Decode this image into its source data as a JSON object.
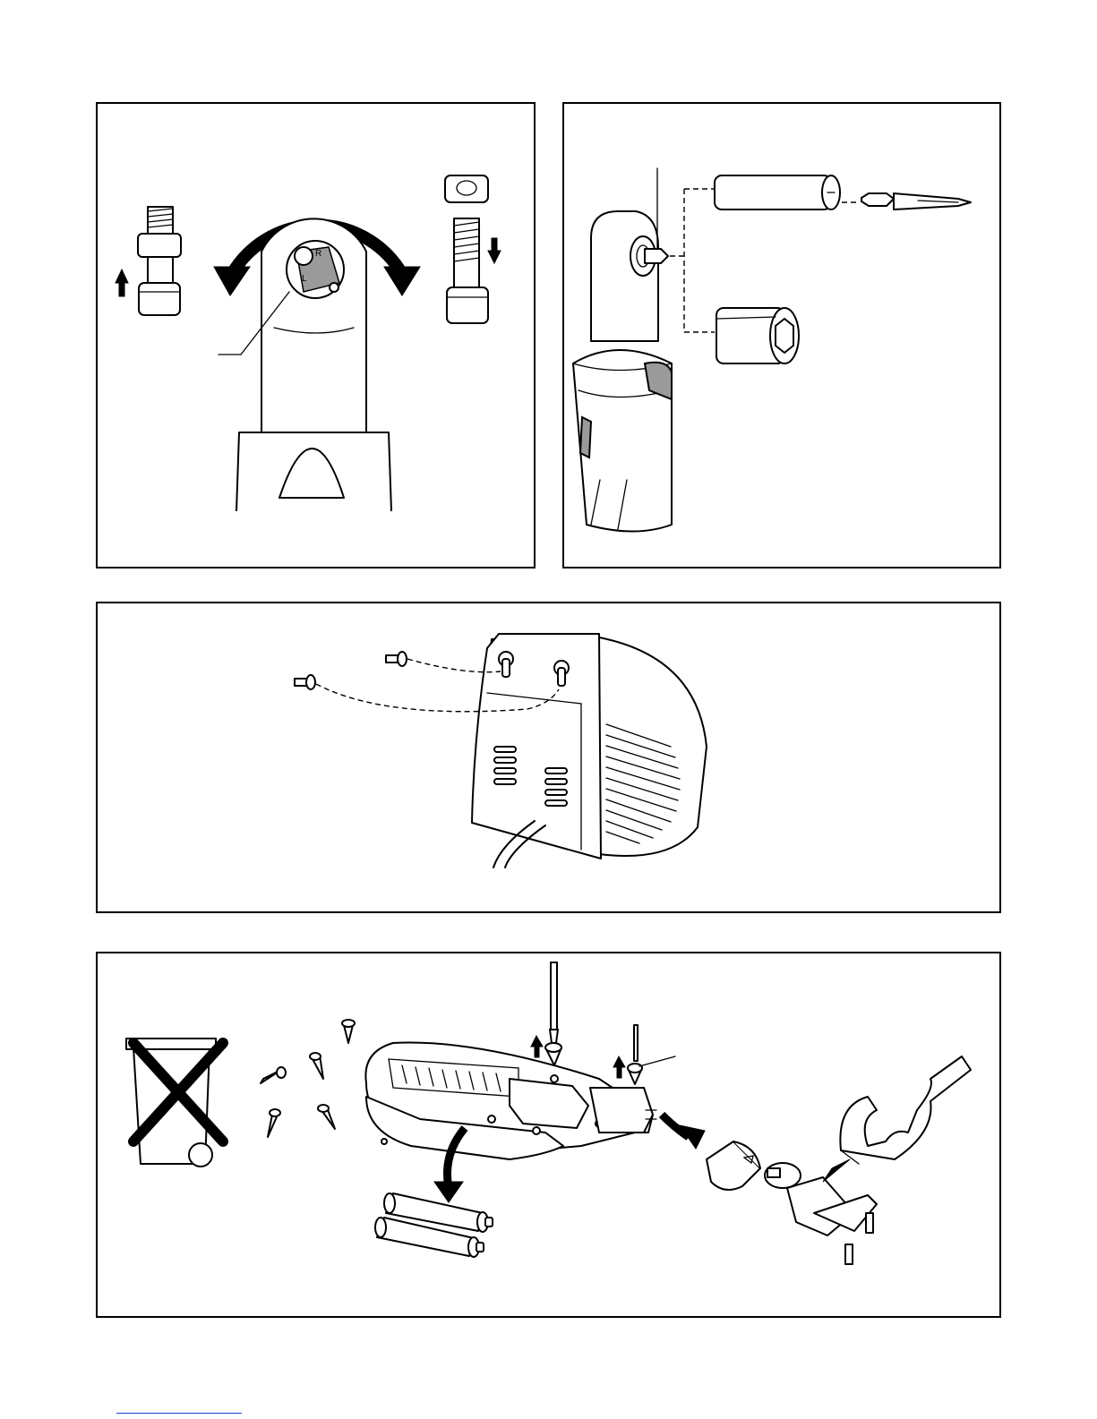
{
  "page": {
    "figures": [
      {
        "id": "ratchet-direction-figure"
      },
      {
        "id": "socket-bit-fitting-figure"
      },
      {
        "id": "charger-wall-mount-figure"
      },
      {
        "id": "disposal-disassembly-figure"
      }
    ],
    "ratchet_marks": {
      "r": "R",
      "l": "L"
    },
    "colors": {
      "ink": "#000000",
      "paper": "#ffffff",
      "shade": "#9a9a9a",
      "footer_link": "#1a3fd0"
    }
  }
}
